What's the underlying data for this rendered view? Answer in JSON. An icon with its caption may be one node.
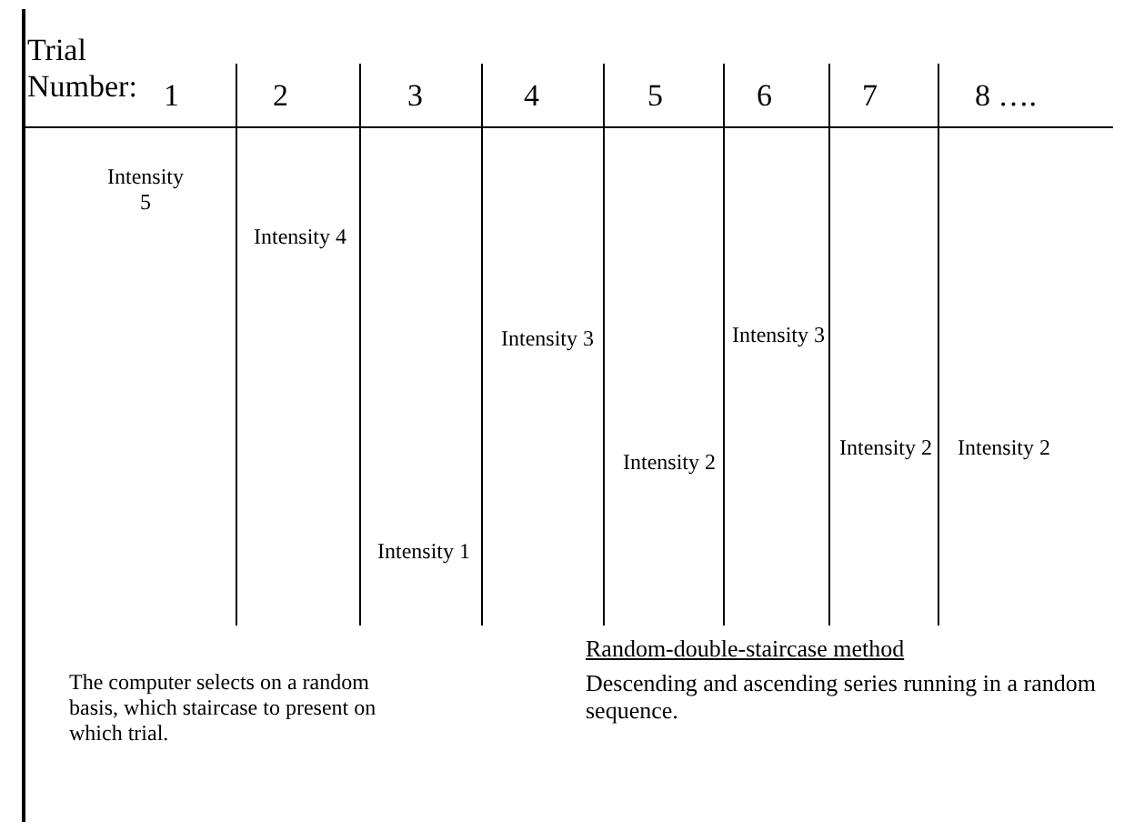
{
  "diagram": {
    "labels": [
      "Trial Number:",
      "1",
      "2",
      "3",
      "4",
      "5",
      "6",
      "7",
      "8 ….",
      "Intensity 5",
      "Intensity 4",
      "Intensity 1",
      "Intensity 3",
      "Intensity 2",
      "Intensity 3",
      "Intensity 2",
      "Intensity 2",
      "The computer selects on a random basis, which staircase to present on which trial.",
      "Random-double-staircase method",
      "Descending and ascending series running in a random sequence."
    ]
  }
}
